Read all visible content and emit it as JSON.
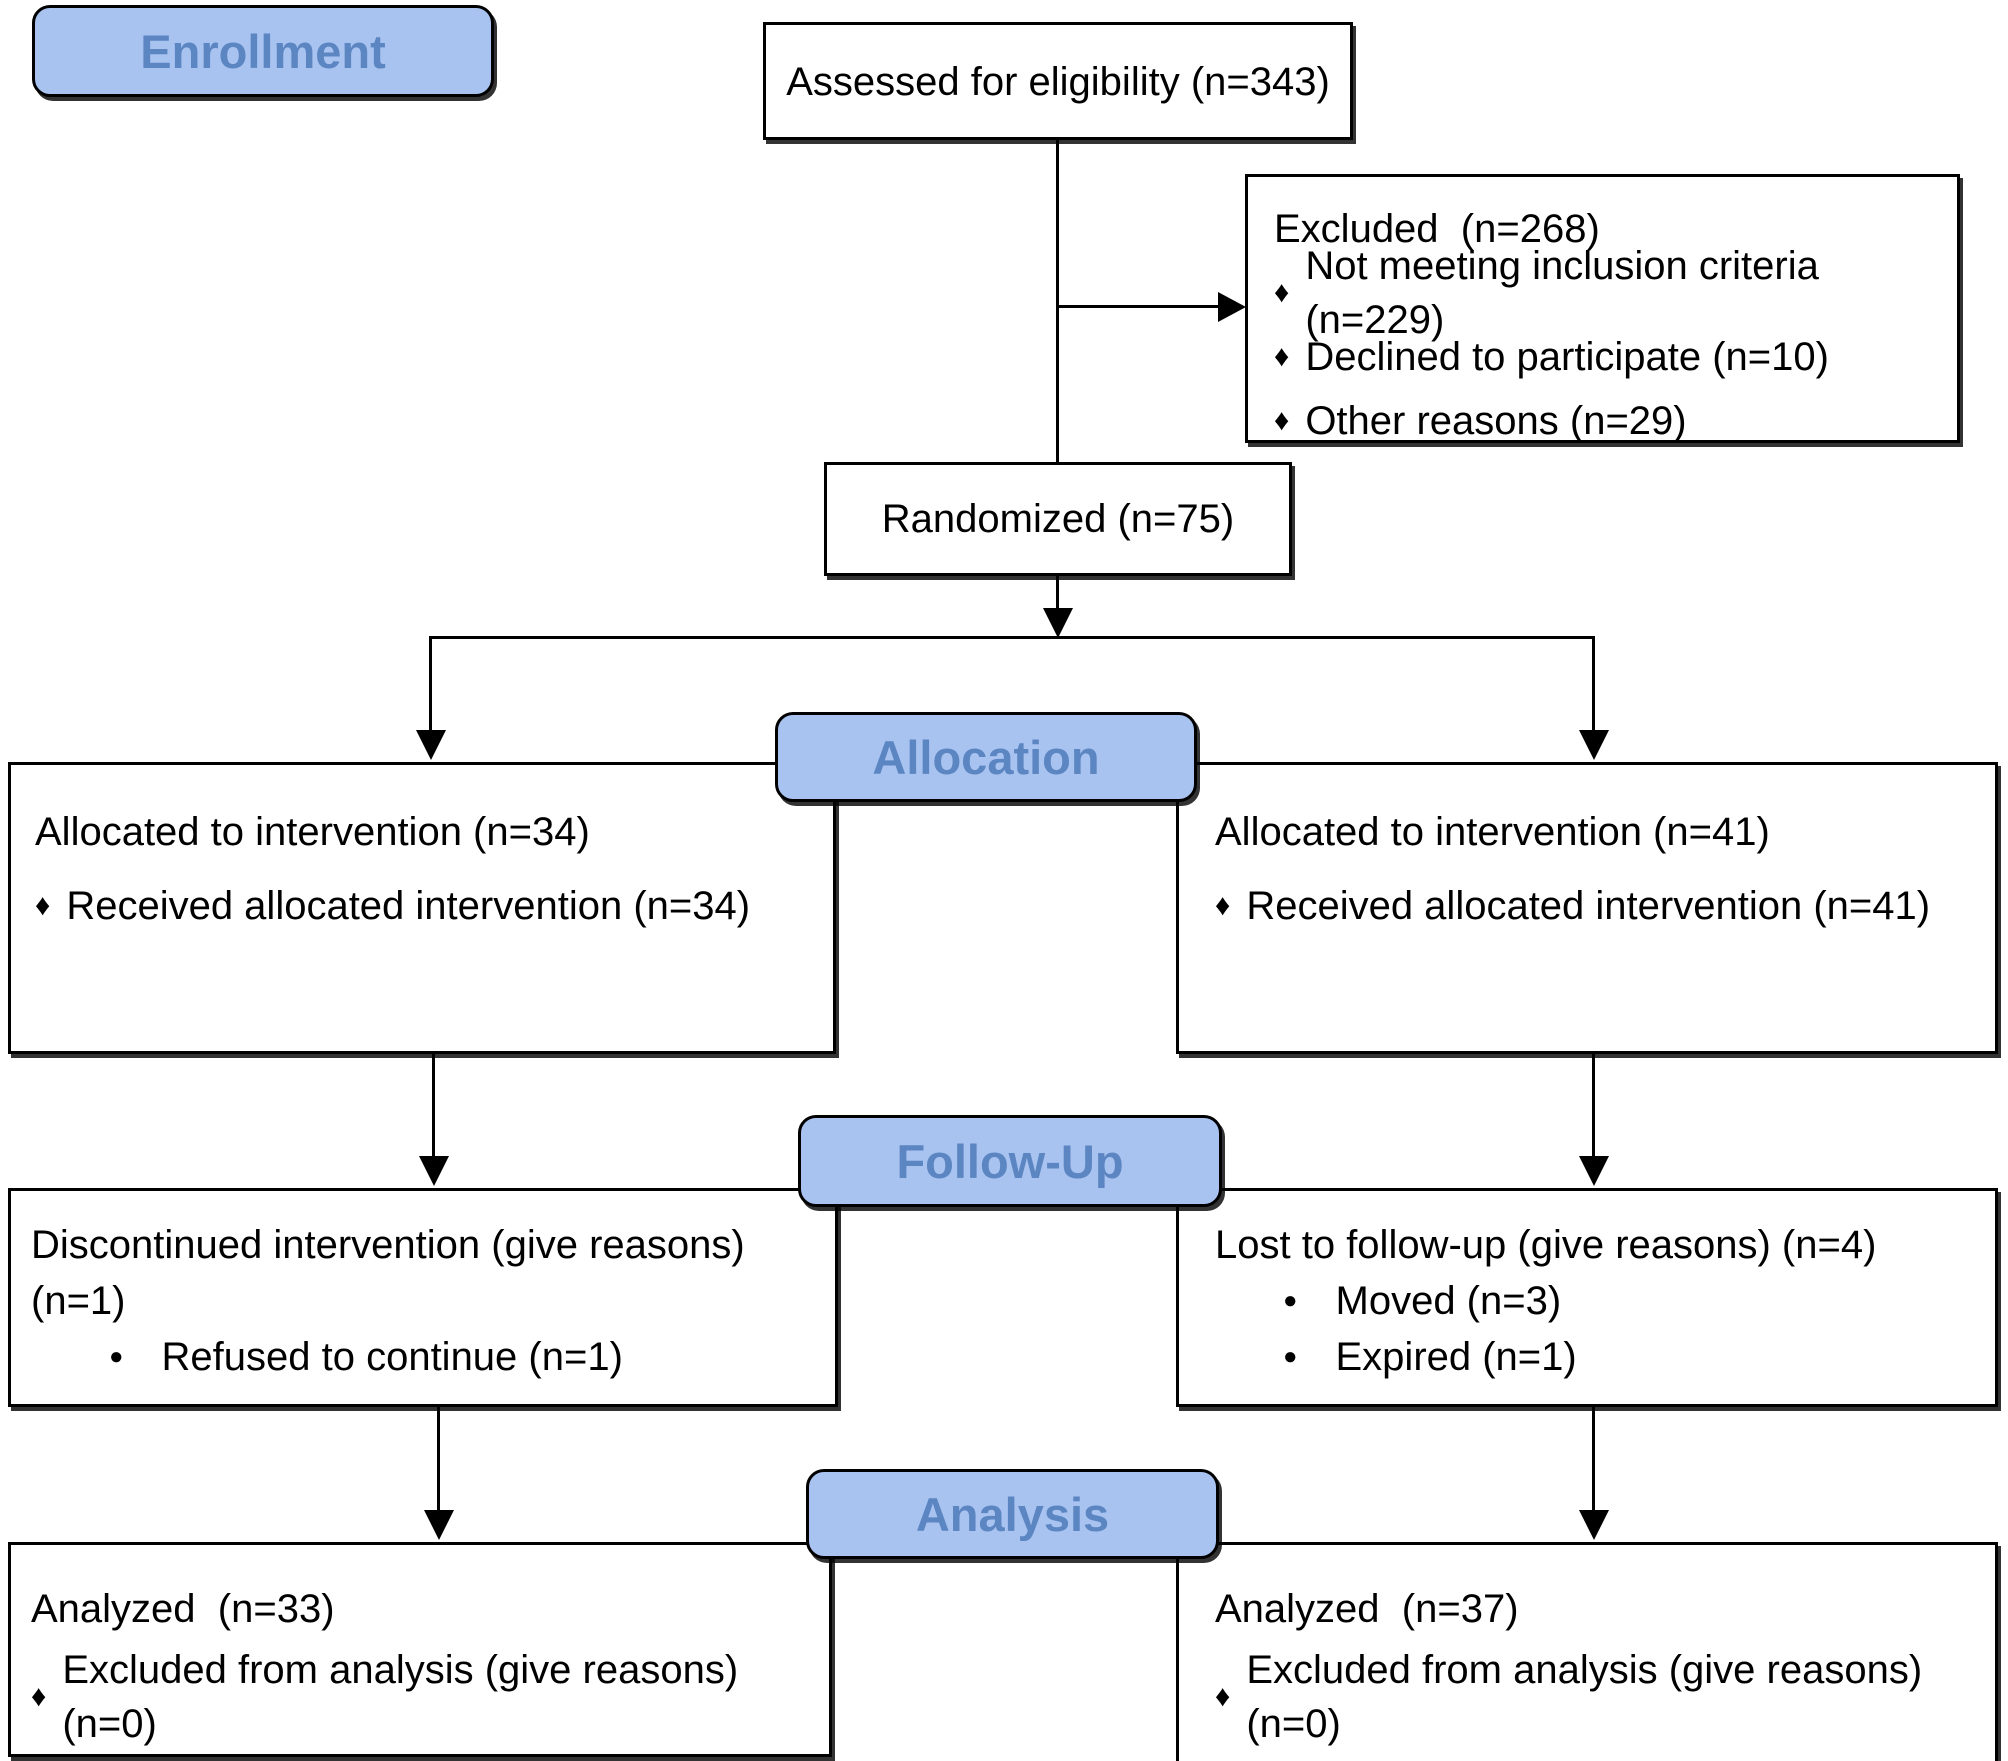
{
  "colors": {
    "pill_fill": "#a9c3f1",
    "pill_text": "#5c86c2",
    "line": "#000000",
    "box_bg": "#ffffff"
  },
  "pills": {
    "enrollment": "Enrollment",
    "allocation": "Allocation",
    "follow_up": "Follow-Up",
    "analysis": "Analysis"
  },
  "boxes": {
    "assessed": {
      "text": "Assessed for eligibility (n=343)"
    },
    "excluded": {
      "title": "Excluded  (n=268)",
      "items": [
        "Not meeting inclusion criteria (n=229)",
        "Declined to participate (n=10)",
        "Other reasons (n=29)"
      ]
    },
    "randomized": {
      "text": "Randomized (n=75)"
    },
    "alloc_left": {
      "title": "Allocated to intervention (n=34)",
      "items": [
        "Received allocated intervention (n=34)"
      ]
    },
    "alloc_right": {
      "title": "Allocated to intervention (n=41)",
      "items": [
        "Received allocated intervention (n=41)"
      ]
    },
    "followup_left": {
      "title": "Discontinued intervention (give reasons) (n=1)",
      "items": [
        "Refused to continue (n=1)"
      ]
    },
    "followup_right": {
      "title": "Lost to follow-up (give reasons) (n=4)",
      "items": [
        "Moved (n=3)",
        "Expired (n=1)"
      ]
    },
    "analysis_left": {
      "title": "Analyzed  (n=33)",
      "items": [
        "Excluded from analysis (give reasons) (n=0)"
      ]
    },
    "analysis_right": {
      "title": "Analyzed  (n=37)",
      "items": [
        "Excluded from analysis (give reasons) (n=0)"
      ]
    }
  },
  "glyphs": {
    "diamond_bullet": "♦",
    "round_bullet": "●"
  }
}
